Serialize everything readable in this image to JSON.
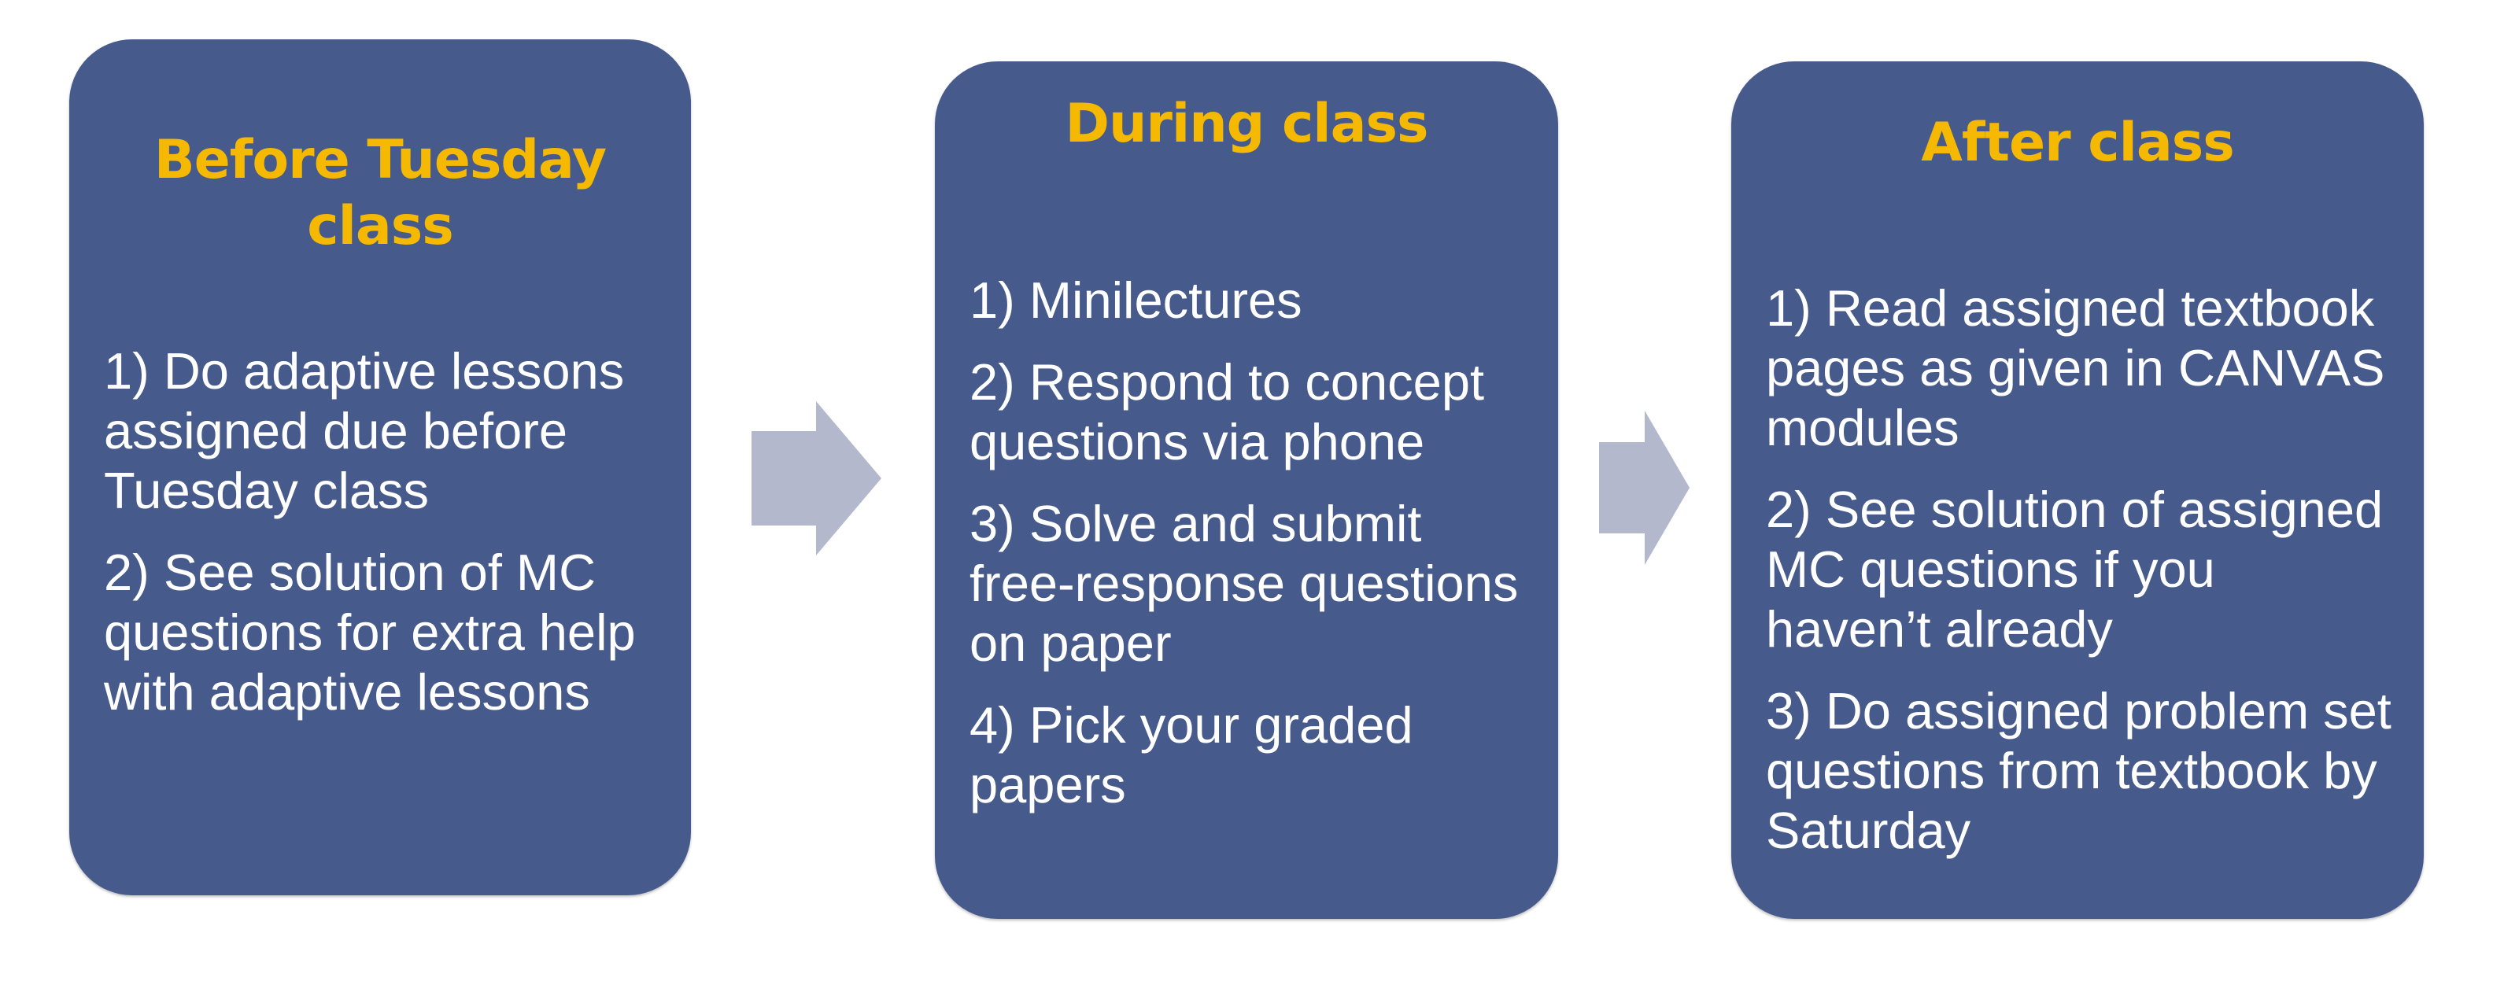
{
  "stages": [
    {
      "title": "Before Tuesday class",
      "steps": [
        "1) Do adaptive lessons assigned due before Tuesday class",
        "2) See solution of MC questions for extra help with adaptive lessons"
      ]
    },
    {
      "title": "During class",
      "steps": [
        "1) Minilectures",
        "2) Respond to concept questions via phone",
        "3) Solve and submit free-response questions on paper",
        "4) Pick your graded papers"
      ]
    },
    {
      "title": "After class",
      "steps": [
        "1) Read assigned textbook pages as given in CANVAS modules",
        "2) See solution of assigned MC questions if you haven’t already",
        "3) Do assigned problem set questions from textbook by Saturday"
      ]
    }
  ],
  "colors": {
    "box_fill": "#475a8c",
    "title_text": "#f5b901",
    "body_text": "#ffffff",
    "arrow_fill": "#b3b8cc"
  },
  "icons": {
    "arrow": "right-arrow-icon"
  }
}
